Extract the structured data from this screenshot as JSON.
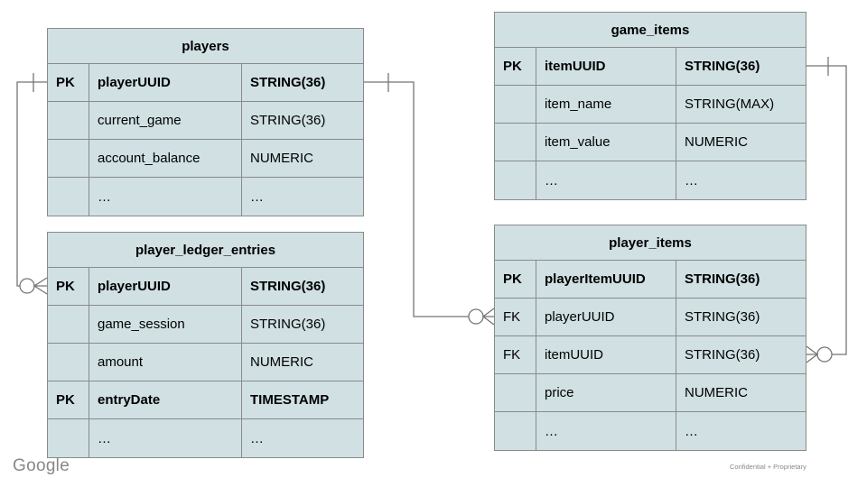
{
  "diagram": {
    "colors": {
      "cell_fill": "#d0e0e3",
      "table_border": "#8a8a8a",
      "connector": "#757575",
      "text": "#000000",
      "footer_text": "#888888"
    },
    "tables": [
      {
        "name": "players",
        "columns": [
          {
            "key": "PK",
            "name": "playerUUID",
            "type": "STRING(36)",
            "emphasis": true
          },
          {
            "key": "",
            "name": "current_game",
            "type": "STRING(36)",
            "emphasis": false
          },
          {
            "key": "",
            "name": "account_balance",
            "type": "NUMERIC",
            "emphasis": false
          },
          {
            "key": "",
            "name": "…",
            "type": "…",
            "emphasis": false
          }
        ]
      },
      {
        "name": "game_items",
        "columns": [
          {
            "key": "PK",
            "name": "itemUUID",
            "type": "STRING(36)",
            "emphasis": true
          },
          {
            "key": "",
            "name": "item_name",
            "type": "STRING(MAX)",
            "emphasis": false
          },
          {
            "key": "",
            "name": "item_value",
            "type": "NUMERIC",
            "emphasis": false
          },
          {
            "key": "",
            "name": "…",
            "type": "…",
            "emphasis": false
          }
        ]
      },
      {
        "name": "player_ledger_entries",
        "columns": [
          {
            "key": "PK",
            "name": "playerUUID",
            "type": "STRING(36)",
            "emphasis": true
          },
          {
            "key": "",
            "name": "game_session",
            "type": "STRING(36)",
            "emphasis": false
          },
          {
            "key": "",
            "name": "amount",
            "type": "NUMERIC",
            "emphasis": false
          },
          {
            "key": "PK",
            "name": "entryDate",
            "type": "TIMESTAMP",
            "emphasis": true
          },
          {
            "key": "",
            "name": "…",
            "type": "…",
            "emphasis": false
          }
        ]
      },
      {
        "name": "player_items",
        "columns": [
          {
            "key": "PK",
            "name": "playerItemUUID",
            "type": "STRING(36)",
            "emphasis": true
          },
          {
            "key": "FK",
            "name": "playerUUID",
            "type": "STRING(36)",
            "emphasis": false
          },
          {
            "key": "FK",
            "name": "itemUUID",
            "type": "STRING(36)",
            "emphasis": false
          },
          {
            "key": "",
            "name": "price",
            "type": "NUMERIC",
            "emphasis": false
          },
          {
            "key": "",
            "name": "…",
            "type": "…",
            "emphasis": false
          }
        ]
      }
    ],
    "relationships": [
      {
        "from": "players.playerUUID",
        "to": "player_ledger_entries.playerUUID",
        "from_cardinality": "exactly-one",
        "to_cardinality": "zero-or-many"
      },
      {
        "from": "players.playerUUID",
        "to": "player_items.playerUUID",
        "from_cardinality": "exactly-one",
        "to_cardinality": "zero-or-many"
      },
      {
        "from": "game_items.itemUUID",
        "to": "player_items.itemUUID",
        "from_cardinality": "exactly-one",
        "to_cardinality": "zero-or-many"
      }
    ]
  },
  "footer": {
    "logo_text": "Google",
    "classification": "Confidential + Proprietary"
  }
}
